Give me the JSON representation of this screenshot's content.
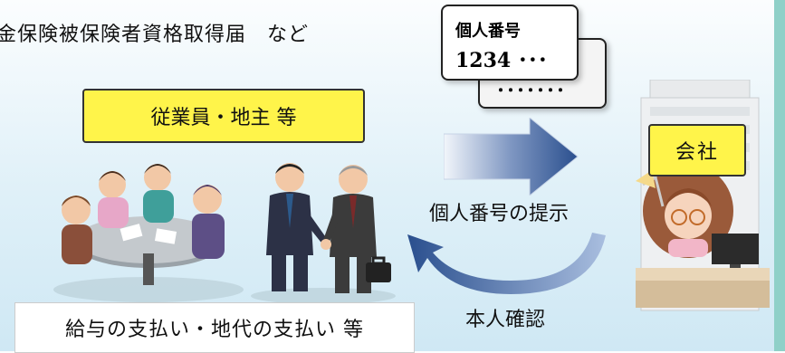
{
  "caption_top": "金保険被保険者資格取得届　など",
  "card": {
    "label": "個人番号",
    "number": "1234 ･･･",
    "back_dots": "･･･････"
  },
  "employees_label": "従業員・地主 等",
  "company_label": "会社",
  "present_label": "個人番号の提示",
  "confirm_label": "本人確認",
  "payments_label": "給与の支払い・地代の支払い 等",
  "colors": {
    "highlight_box": "#fff44a",
    "arrow_blue": "#2a4f8e",
    "background": "#dff0f8"
  }
}
